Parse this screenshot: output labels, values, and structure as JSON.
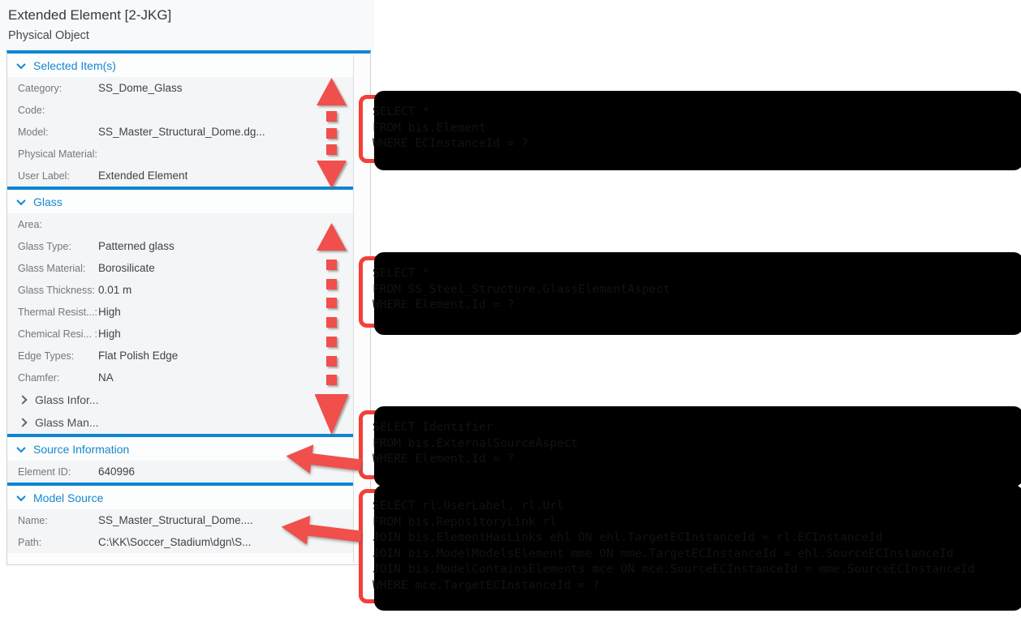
{
  "window": {
    "title": "Extended Element [2-JKG]",
    "subtitle": "Physical Object"
  },
  "panel": {
    "sections": [
      {
        "label": "Selected Item(s)",
        "expanded": true,
        "rows": [
          {
            "label": "Category:",
            "value": "SS_Dome_Glass"
          },
          {
            "label": "Code:",
            "value": ""
          },
          {
            "label": "Model:",
            "value": "SS_Master_Structural_Dome.dg..."
          },
          {
            "label": "Physical Material:",
            "value": ""
          },
          {
            "label": "User Label:",
            "value": "Extended Element"
          }
        ]
      },
      {
        "label": "Glass",
        "expanded": true,
        "rows": [
          {
            "label": "Area:",
            "value": ""
          },
          {
            "label": "Glass Type:",
            "value": "Patterned glass"
          },
          {
            "label": "Glass Material:",
            "value": "Borosilicate"
          },
          {
            "label": "Glass Thickness:",
            "value": "0.01 m"
          },
          {
            "label": "Thermal Resist...:",
            "value": "High"
          },
          {
            "label": "Chemical Resi... :",
            "value": "High"
          },
          {
            "label": "Edge Types:",
            "value": "Flat Polish Edge"
          },
          {
            "label": "Chamfer:",
            "value": "NA"
          },
          {
            "label": "Glass Infor...",
            "collapsed": true
          },
          {
            "label": "Glass Man...",
            "collapsed": true
          }
        ]
      },
      {
        "label": "Source Information",
        "expanded": true,
        "rows": [
          {
            "label": "Element ID:",
            "value": "640996"
          }
        ]
      },
      {
        "label": "Model Source",
        "expanded": true,
        "rows": [
          {
            "label": "Name:",
            "value": "SS_Master_Structural_Dome...."
          },
          {
            "label": "Path:",
            "value": "C:\\KK\\Soccer_Stadium\\dgn\\S..."
          }
        ]
      }
    ]
  },
  "sql_boxes": [
    {
      "name": "element-query",
      "lines": [
        "SELECT *",
        "FROM bis.Element",
        "WHERE ECInstanceId = ?"
      ]
    },
    {
      "name": "glass-aspect-query",
      "lines": [
        "SELECT *",
        "FROM SS_Steel_Structure.GlassElementAspect",
        "WHERE Element.Id = ?"
      ]
    },
    {
      "name": "external-source-query",
      "lines": [
        "SELECT Identifier",
        "FROM bis.ExternalSourceAspect",
        "WHERE Element.Id = ?"
      ]
    },
    {
      "name": "repository-link-query",
      "lines": [
        "SELECT rl.UserLabel, rl.Url",
        "FROM bis.RepositoryLink rl",
        "JOIN bis.ElementHasLinks ehl ON ehl.TargetECInstanceId = rl.ECInstanceId",
        "JOIN bis.ModelModelsElement mme ON mme.TargetECInstanceId = ehl.SourceECInstanceId",
        "JOIN bis.ModelContainsElements mce ON mce.SourceECInstanceId = mme.SourceECInstanceId",
        "WHERE mce.TargetECInstanceId = ?"
      ]
    }
  ],
  "colors": {
    "accent_blue": "#0e86d4",
    "section_text_blue": "#1787cf",
    "callout_red": "#f2403a",
    "arrow_red": "#f04f4b"
  }
}
